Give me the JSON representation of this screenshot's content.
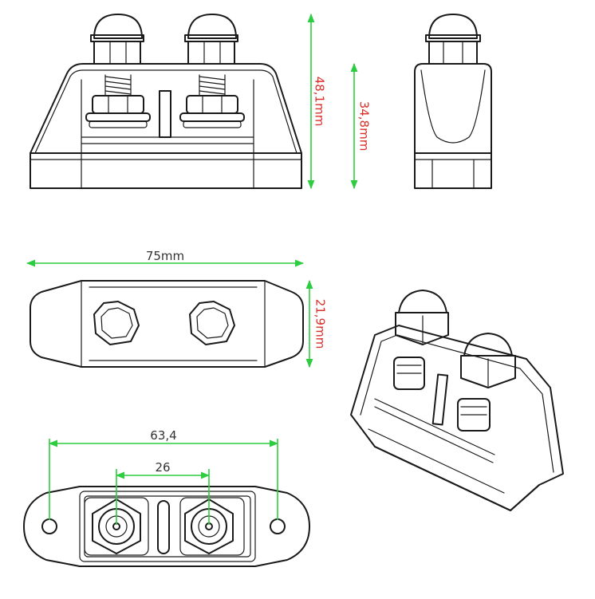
{
  "colors": {
    "dimension_line": "#2ecc40",
    "dimension_text": "#d9302a",
    "label_dark": "#333333",
    "part_stroke": "#1a1a1a"
  },
  "dimensions": {
    "height_overall": "48,1mm",
    "height_side": "34,8mm",
    "length": "75mm",
    "width": "21,9mm",
    "hole_spacing": "63,4",
    "stud_spacing": "26"
  }
}
